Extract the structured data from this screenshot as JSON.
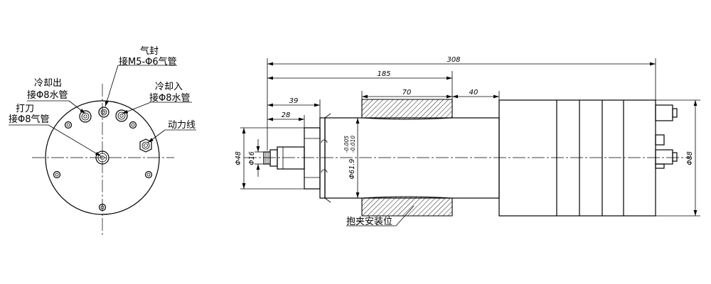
{
  "end_view": {
    "labels": {
      "gas_seal_line1": "气封",
      "gas_seal_line2": "接M5-Φ6气管",
      "coolant_out_line1": "冷却出",
      "coolant_out_line2": "接Φ8水管",
      "coolant_in_line1": "冷却入",
      "coolant_in_line2": "接Φ8水管",
      "tool_release_line1": "打刀",
      "tool_release_line2": "接Φ8气管",
      "power_cable": "动力线"
    }
  },
  "side_view": {
    "dimensions": {
      "overall_length": "308",
      "clamp_end": "185",
      "clamp_length": "70",
      "clamp_offset": "40",
      "nose_39": "39",
      "nose_28": "28",
      "dia_48": "Φ48",
      "dia_16": "Φ16",
      "dia_61_9": "Φ61.9",
      "tol_upper": "-0.005",
      "tol_lower": "-0.010",
      "dia_88": "Φ88"
    },
    "labels": {
      "clamp_position": "抱夹安装位"
    }
  }
}
